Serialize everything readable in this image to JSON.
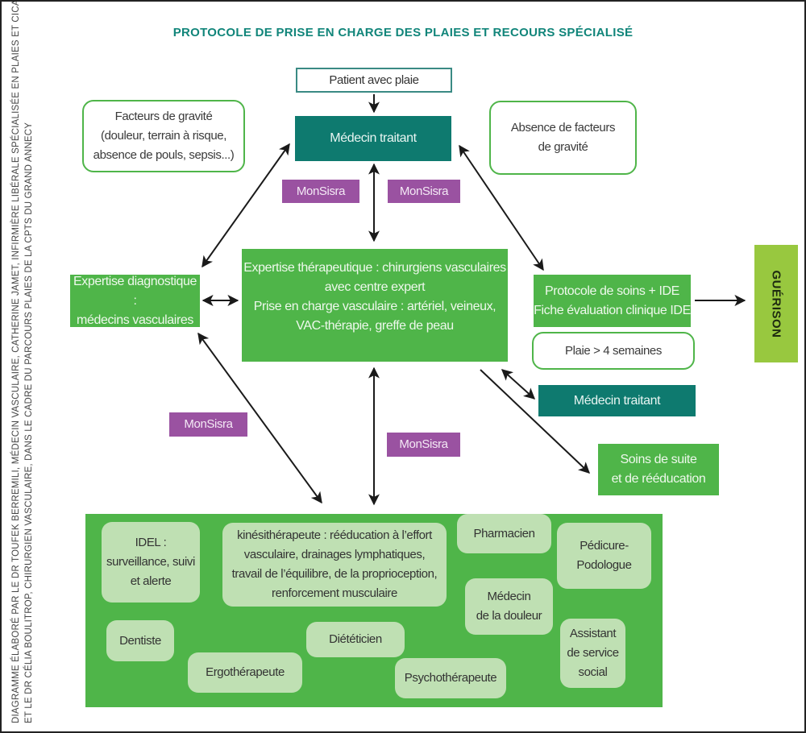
{
  "title": "PROTOCOLE DE PRISE EN CHARGE DES PLAIES ET RECOURS SPÉCIALISÉ",
  "credits": {
    "line1": "DIAGRAMME ÉLABORÉ PAR LE DR TOUFEK BERREMILI, MÉDECIN VASCULAIRE, CATHERINE JAMET, INFIRMIÈRE LIBÉRALE SPÉCIALISÉE EN PLAIES ET CICATRISATION,",
    "line2": "ET LE DR CÉLIA BOULITROP, CHIRURGIEN VASCULAIRE, DANS LE CADRE DU PARCOURS PLAIES DE LA CPTS DU GRAND ANNECY"
  },
  "nodes": {
    "patient": "Patient avec plaie",
    "gp_top": "Médecin traitant",
    "severity_factors": "Facteurs de gravité\n(douleur, terrain à risque,\nabsence de pouls, sepsis...)",
    "no_severity": "Absence de facteurs\nde gravité",
    "diagnostic": "Expertise diagnostique :\nmédecins vasculaires",
    "therapeutic": "Expertise thérapeutique : chirurgiens vasculaires\navec centre expert\nPrise en charge vasculaire : artériel, veineux,\nVAC-thérapie, greffe de peau",
    "care_protocol": "Protocole de soins + IDE\nFiche évaluation clinique IDE",
    "wound_duration": "Plaie > 4 semaines",
    "gp_bottom": "Médecin traitant",
    "rehab": "Soins de suite\net de rééducation",
    "healing": "GUÉRISON"
  },
  "monsisra": {
    "label": "MonSisra",
    "count": 4
  },
  "team": [
    "IDEL :\nsurveillance, suivi\net alerte",
    "kinésithérapeute : rééducation à l’effort\nvasculaire, drainages lymphatiques,\ntravail de l’équilibre, de la proprioception,\nrenforcement musculaire",
    "Pharmacien",
    "Pédicure-\nPodologue",
    "Médecin\nde la douleur",
    "Dentiste",
    "Diététicien",
    "Assistant\nde service\nsocial",
    "Ergothérapeute",
    "Psychothérapeute"
  ],
  "colors": {
    "title": "#11857a",
    "teal": "#0e7a6f",
    "green": "#4fb549",
    "lime": "#98c83f",
    "purple": "#9a52a1",
    "pill": "#bfe0b3",
    "arrow": "#1a1a1a"
  }
}
